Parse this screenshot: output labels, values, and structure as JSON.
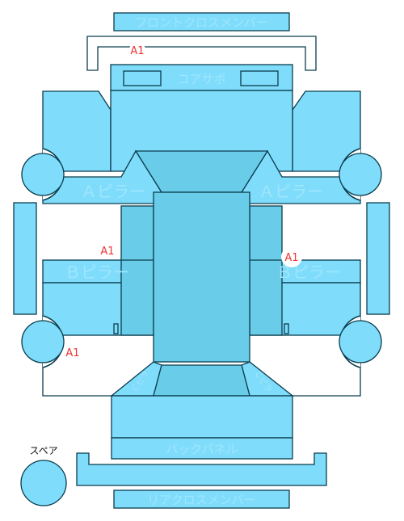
{
  "labels": {
    "front_cross_member": "フロントクロスメンバー",
    "core_support": "コアサポ",
    "a_pillar_left": "Ａピラー",
    "a_pillar_right": "Ａピラー",
    "b_pillar_left": "Ｂピラー",
    "b_pillar_right": "Ｂピラー",
    "pillar_c_left": "Ｃピラ",
    "pillar_c_right": "Ｃピラ",
    "back_panel": "バックパネル",
    "rear_cross_member": "リアクロスメンバー",
    "spare": "スペア"
  },
  "damage_marks": [
    {
      "id": "front-frame",
      "code": "A1"
    },
    {
      "id": "b-pillar-left",
      "code": "A1"
    },
    {
      "id": "b-pillar-right",
      "code": "A1"
    },
    {
      "id": "rear-left",
      "code": "A1"
    }
  ],
  "colors": {
    "panel_fill": "#7fdcfb",
    "panel_dark_fill": "#69cdea",
    "outline": "#0b3d4d",
    "label_text": "#9fe6fd",
    "damage_mark_text": "#ee3333"
  }
}
